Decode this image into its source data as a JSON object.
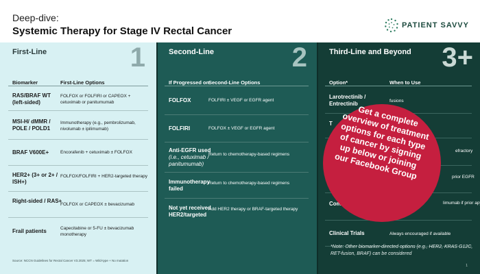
{
  "header": {
    "kicker": "Deep-dive:",
    "title": "Systemic Therapy for Stage IV Rectal Cancer",
    "logo_text": "PATIENT SAVVY",
    "logo_icon": "dotted-circle-icon"
  },
  "colors": {
    "col1_bg": "#d8f1f3",
    "col2_bg": "#1e5b55",
    "col3_bg": "#143d36",
    "overlay": "#c51f3f",
    "logo_text": "#1c4a3e"
  },
  "first_line": {
    "heading": "First-Line",
    "number": "1",
    "headers": [
      "Biomarker",
      "First-Line Options"
    ],
    "rows": [
      {
        "key": "RAS/BRAF WT (left-sided)",
        "value": "FOLFOX or FOLFIRI or CAPEOX + cetuximab or panitumumab"
      },
      {
        "key": "MSI-H/ dMMR / POLE / POLD1",
        "value": "Immunotherapy (e.g., pembrolizumab, nivolumab ± ipilimumab)"
      },
      {
        "key": "BRAF V600E+",
        "value": "Encorafenib + cetuximab ± FOLFOX"
      },
      {
        "key": "HER2+ (3+ or 2+ / ISH+)",
        "value": "FOLFOX/FOLFIRI + HER2-targeted therapy"
      },
      {
        "key": "Right-sided / RAS+",
        "value": "FOLFOX or CAPEOX ± bevacizumab"
      },
      {
        "key": "Frail patients",
        "value": "Capecitabine or 5-FU ± bevacizumab monotherapy"
      }
    ],
    "source": "Source: NCCN Guidelines for Rectal Cancer V3.2025; WT = Wild-type + No mutation"
  },
  "second_line": {
    "heading": "Second-Line",
    "number": "2",
    "headers": [
      "If Progressed on",
      "Second-Line Options"
    ],
    "rows": [
      {
        "key": "FOLFOX",
        "key_italic": "",
        "value": "FOLFIRI ± VEGF or EGFR agent"
      },
      {
        "key": "FOLFIRI",
        "key_italic": "",
        "value": "FOLFOX ± VEGF or EGFR agent"
      },
      {
        "key": "Anti-EGFR used",
        "key_italic": "(i.e., cetuximab / panitumumab)",
        "value": "Return to chemotherapy-based regimens"
      },
      {
        "key": "Immunotherapy failed",
        "key_italic": "",
        "value": "Return to chemotherapy-based regimens"
      },
      {
        "key": "Not yet received HER2/targeted",
        "key_italic": "",
        "value": "Add HER2 therapy or BRAF-targeted therapy"
      }
    ]
  },
  "third_line": {
    "heading": "Third-Line and Beyond",
    "number": "3+",
    "headers": [
      "Option*",
      "When to Use"
    ],
    "rows": [
      {
        "key": "Larotrectinib / Entrectinib",
        "value": "fusions"
      },
      {
        "key": "T",
        "value": ""
      },
      {
        "key": "",
        "value": "efractory"
      },
      {
        "key": "",
        "value": "prior EGFR"
      },
      {
        "key": "Comb immunot",
        "value": "limumab if prior apy"
      },
      {
        "key": "Clinical Trials",
        "value": "Always encouraged if available"
      }
    ],
    "note": "*Note: Other biomarker-directed options (e.g., HER2, KRAS G12C, RET-fusion, BRAF) can be considered",
    "page_number": "1"
  },
  "overlay": {
    "text": "Get a complete overview of treatment options for each type of cancer by signing up below or joining our Facebook Group"
  }
}
